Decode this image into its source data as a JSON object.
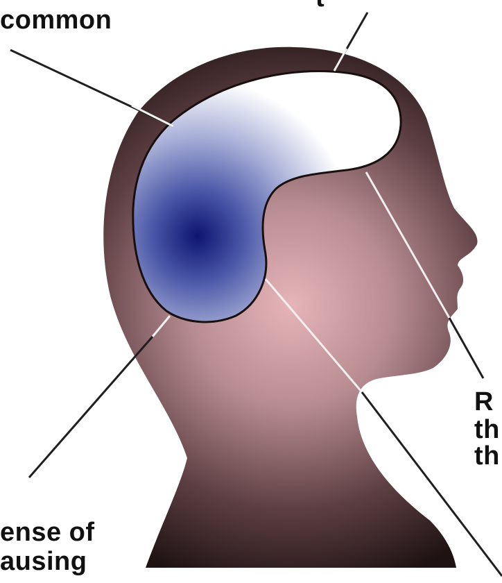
{
  "labels": {
    "top_left": "common",
    "top_center": "t",
    "right_line1": "R",
    "right_line2": "th",
    "right_line3": "th",
    "bottom_left_line1": "ense of",
    "bottom_left_line2": "ausing"
  },
  "colors": {
    "head_dark": "#1a0f0f",
    "head_mid": "#6e4a4f",
    "head_light": "#e8b5ba",
    "brain_core": "#0d1470",
    "brain_mid": "#5563b0",
    "brain_white": "#ffffff",
    "leader_line": "#1a1a1a",
    "text": "#111111"
  }
}
